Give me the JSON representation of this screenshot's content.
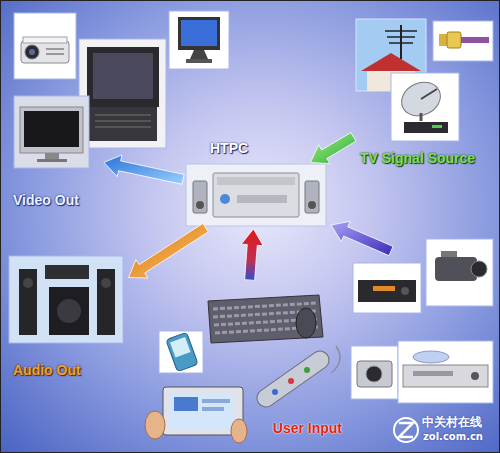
{
  "diagram": {
    "nodes": [
      {
        "text": [
          "HTPC"
        ]
      },
      {
        "text": [
          "Video Out"
        ]
      },
      {
        "text": [
          "TV Signal Source"
        ]
      },
      {
        "text": [
          "Audio Out"
        ]
      },
      {
        "text": [
          "User Input"
        ]
      }
    ],
    "edges": [
      {
        "from": 0,
        "to": 1,
        "arrow": "to"
      },
      {
        "from": 2,
        "to": 0,
        "arrow": "to"
      },
      {
        "from": 0,
        "to": 3,
        "arrow": "to"
      },
      {
        "from": 4,
        "to": 0,
        "arrow": "to"
      }
    ],
    "labels": [
      "中关村在线",
      "zol.com.cn"
    ]
  }
}
